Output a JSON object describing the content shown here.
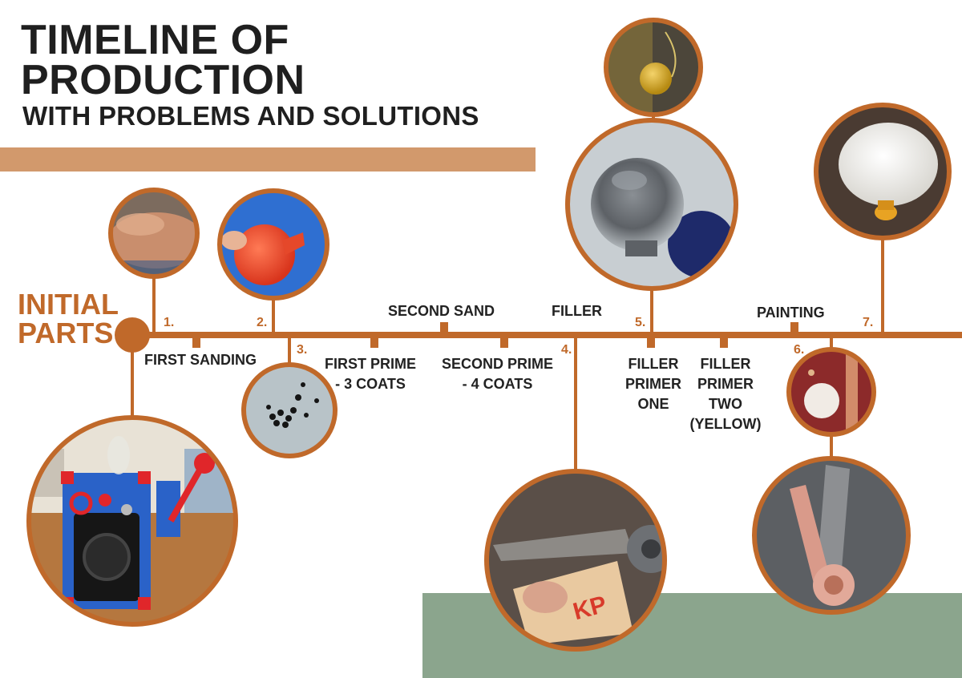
{
  "title": {
    "line1": "TIMELINE OF",
    "line2": "PRODUCTION",
    "subtitle": "WITH PROBLEMS AND SOLUTIONS"
  },
  "colors": {
    "accent": "#C0692A",
    "bar": "#D2996C",
    "green_panel": "#8BA58D",
    "text": "#222222"
  },
  "initial_parts": {
    "line1": "INITIAL",
    "line2": "PARTS"
  },
  "steps": {
    "s1": {
      "num": "1.",
      "label": "FIRST SANDING"
    },
    "s2": {
      "num": "2.",
      "label": "FIRST PRIME\n- 3 COATS"
    },
    "s3": {
      "num": "3."
    },
    "second_sand": "SECOND SAND",
    "second_prime": "SECOND PRIME\n- 4 COATS",
    "filler": "FILLER",
    "s4": {
      "num": "4."
    },
    "s5": {
      "num": "5.",
      "label": "FILLER\nPRIMER\nONE"
    },
    "filler_primer_two": "FILLER\nPRIMER\nTWO\n(YELLOW)",
    "painting": "PAINTING",
    "s6": {
      "num": "6."
    },
    "s7": {
      "num": "7."
    }
  },
  "photos": [
    "initial-parts-photo",
    "step1-sanding-photo",
    "step2-red-part-photo",
    "step3-black-pieces-photo",
    "step4-filler-photo",
    "step5-grey-sphere-photo",
    "step5-yellow-ball-photo",
    "step6-painted-parts-photo",
    "step6-copper-lever-photo",
    "step7-wrapped-part-photo"
  ]
}
